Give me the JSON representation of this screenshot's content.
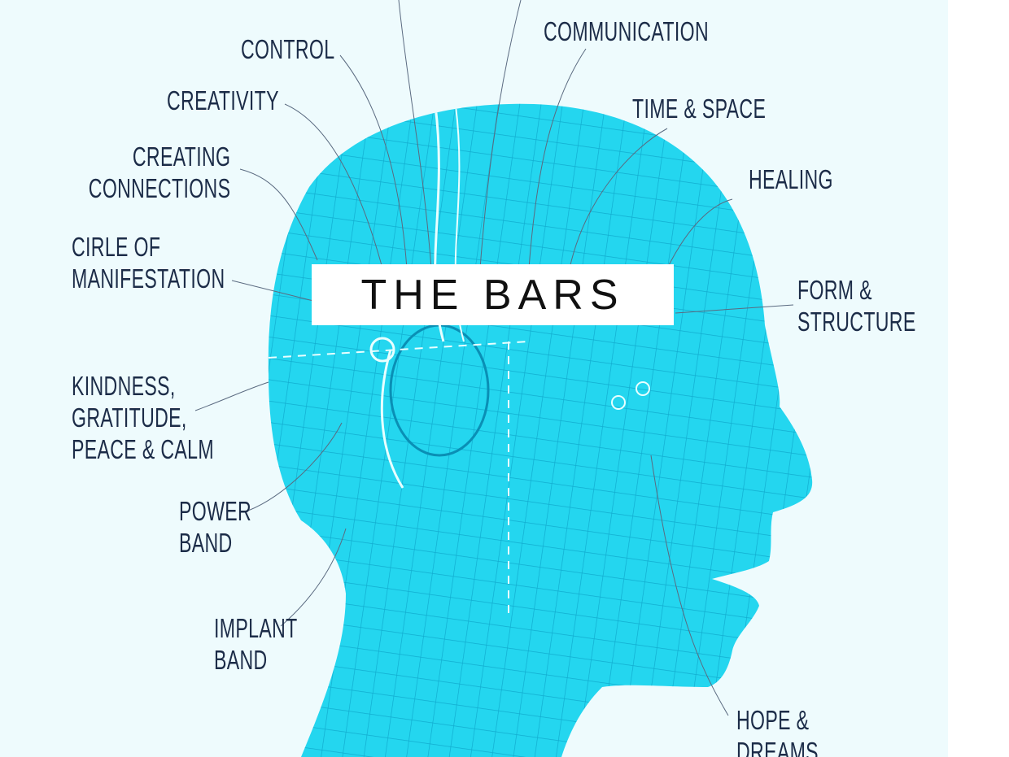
{
  "title": "THE BARS",
  "labels": {
    "control": "CONTROL",
    "communication": "COMMUNICATION",
    "creativity": "CREATIVITY",
    "time_space": "TIME & SPACE",
    "creating_connections": [
      "CREATING",
      "CONNECTIONS"
    ],
    "healing": "HEALING",
    "circle_of_manifestation": [
      "CIRLE OF",
      "MANIFESTATION"
    ],
    "form_structure": [
      "FORM &",
      "STRUCTURE"
    ],
    "kindness": [
      "KINDNESS,",
      "GRATITUDE,",
      "PEACE & CALM"
    ],
    "power_band": [
      "POWER",
      "BAND"
    ],
    "implant_band": [
      "IMPLANT",
      "BAND"
    ],
    "hope_dreams": [
      "HOPE &",
      "DREAMS"
    ]
  },
  "colors": {
    "background": "#eefbfd",
    "head": "#24d6ef",
    "grid": "#0a9ec4",
    "text": "#1c2c48"
  }
}
